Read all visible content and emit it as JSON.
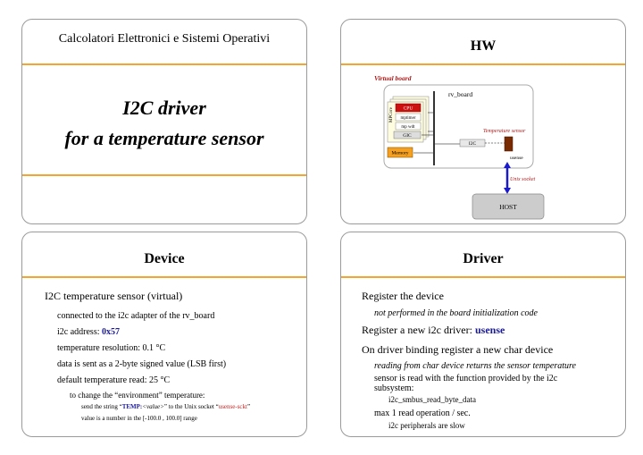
{
  "slide1": {
    "course": "Calcolatori Elettronici e Sistemi Operativi",
    "title_line1": "I2C driver",
    "title_line2": "for a temperature sensor"
  },
  "slide2": {
    "title": "HW",
    "virtual_board": "Virtual board",
    "rv_board": "rv_board",
    "mpcore": "MPCore",
    "cpu": "CPU",
    "mptimer": "mptimer",
    "mpwdt": "mp wdt",
    "gic": "GIC",
    "memory": "Memory",
    "i2c": "I2C",
    "temperature_sensor": "Temperature sensor",
    "usense": "usense",
    "unix_socket": "Unix socket",
    "host": "HOST",
    "colors": {
      "cpu": "#cc1111",
      "memory": "#f5a020",
      "link": "#1a1acc",
      "annotation": "#b01818"
    }
  },
  "slide3": {
    "title": "Device",
    "b1": "I2C temperature sensor (virtual)",
    "b2": "connected to the i2c adapter of the rv_board",
    "b3_prefix": "i2c address: ",
    "b3_value": "0x57",
    "b4": "temperature resolution: 0.1 °C",
    "b5": "data is sent as a 2-byte signed value (LSB first)",
    "b6": "default temperature read: 25 °C",
    "b7": "to change the “environment” temperature:",
    "b8_prefix": "send the string “",
    "b8_temp": "TEMP:",
    "b8_value": "<value>",
    "b8_mid": "” to the Unix socket “",
    "b8_socket": "usense-sckt",
    "b8_suffix": "”",
    "b9": "value is a number in the  [-100.0 , 100.0]  range"
  },
  "slide4": {
    "title": "Driver",
    "b1": "Register the device",
    "b1a": "not performed in the board initialization code",
    "b2_prefix": "Register a new i2c driver: ",
    "b2_value": "usense",
    "b3": "On driver binding register a new char device",
    "b3a": "reading from char device returns the sensor temperature",
    "b3b": "sensor is read with the function provided by the i2c subsystem:",
    "b3c": "i2c_smbus_read_byte_data",
    "b4": "max 1 read operation / sec.",
    "b4a": "i2c peripherals are slow"
  }
}
